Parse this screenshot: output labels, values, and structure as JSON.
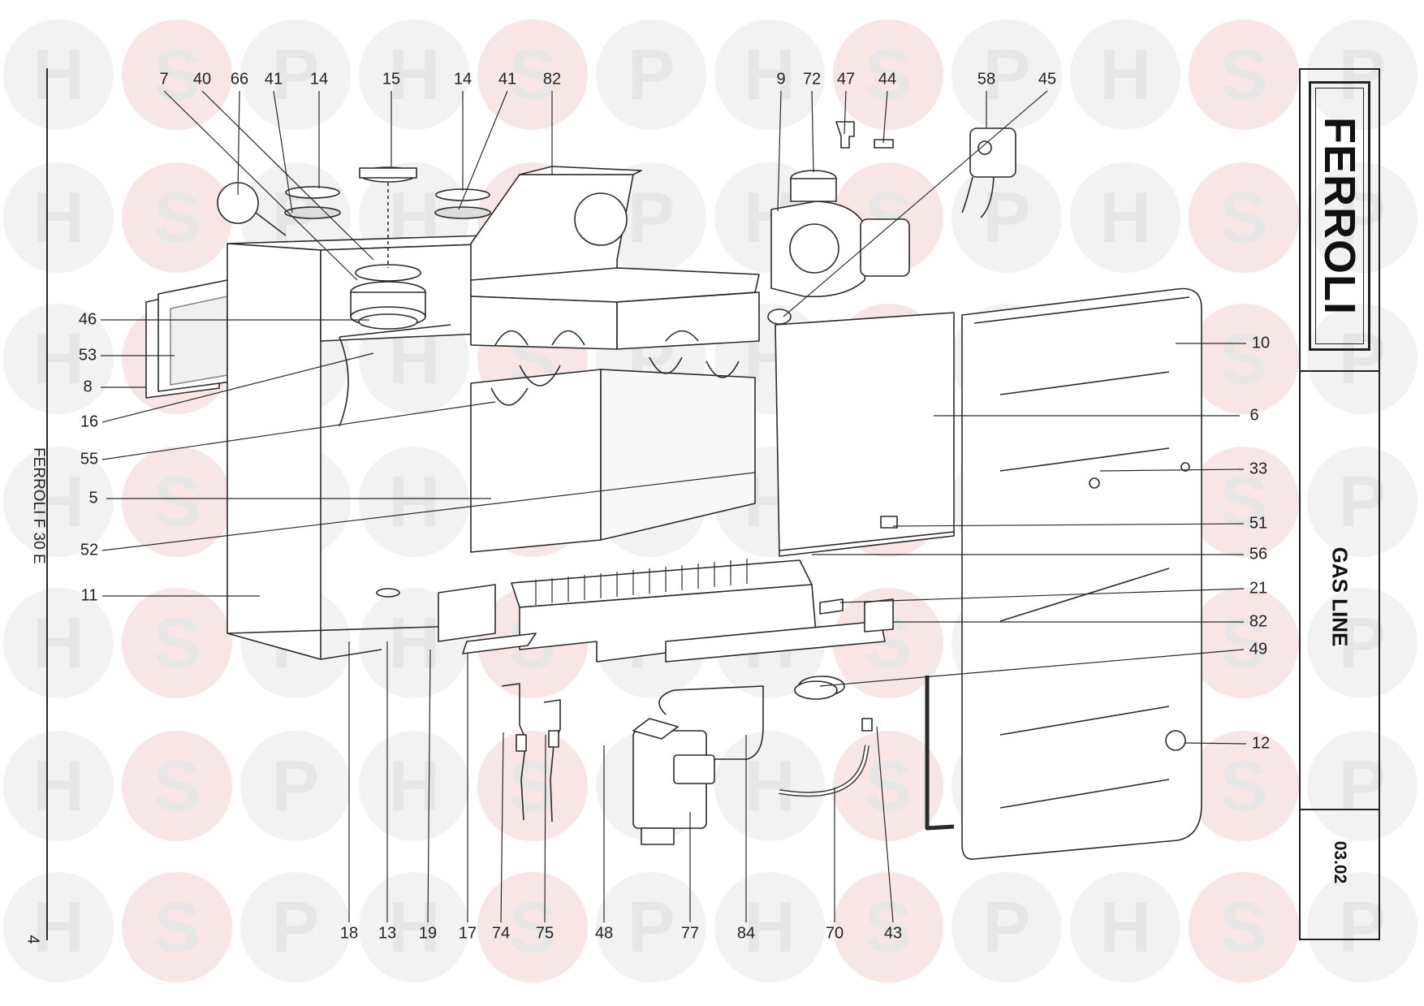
{
  "document": {
    "model_name": "FERROLI F 30 E",
    "page_number": "4",
    "section_title": "GAS LINE",
    "page_code": "03.02",
    "brand": "FERROLI"
  },
  "watermark": {
    "letters": [
      "H",
      "S",
      "P"
    ],
    "colors": {
      "circle": "#f2f2f2",
      "accent_circle": "#f8e6e6",
      "letter": "#e6e6e6"
    }
  },
  "diagram": {
    "callouts_top": [
      "7",
      "40",
      "66",
      "41",
      "14",
      "15",
      "14",
      "41",
      "82",
      "9",
      "72",
      "47",
      "44",
      "58",
      "45"
    ],
    "callouts_left": [
      "46",
      "53",
      "8",
      "16",
      "55",
      "5",
      "52",
      "11"
    ],
    "callouts_right": [
      "10",
      "6",
      "33",
      "51",
      "56",
      "21",
      "82",
      "49",
      "12"
    ],
    "callouts_bottom": [
      "18",
      "13",
      "19",
      "17",
      "74",
      "75",
      "48",
      "77",
      "84",
      "70",
      "43"
    ]
  }
}
